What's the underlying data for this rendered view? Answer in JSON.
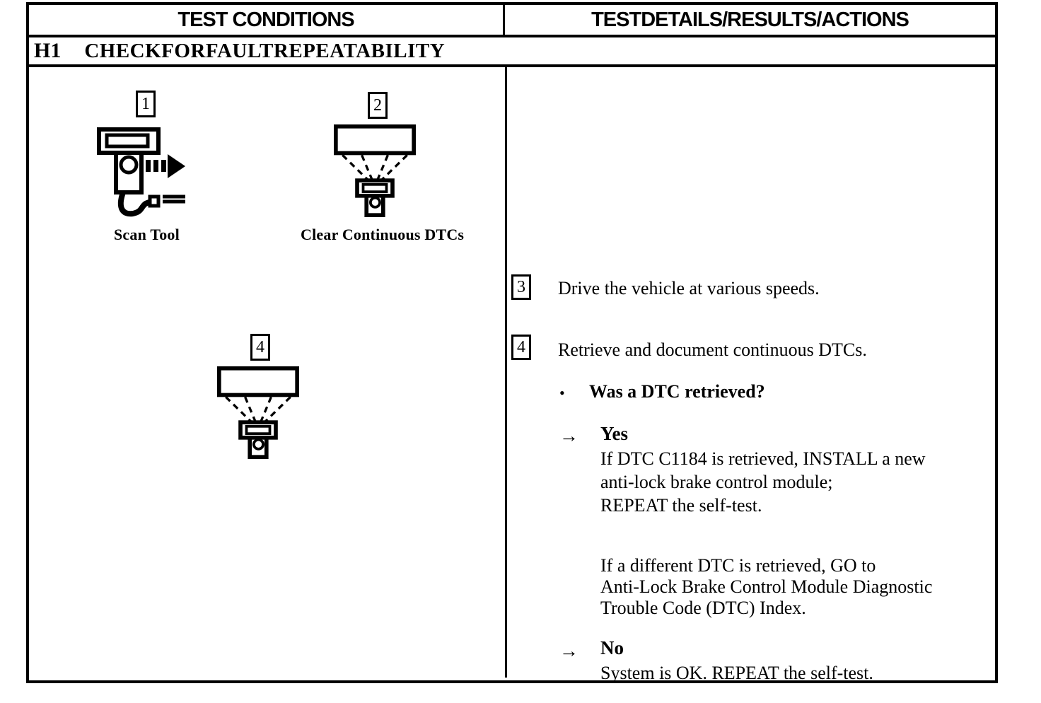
{
  "header": {
    "conditions": "TEST CONDITIONS",
    "details": "TESTDETAILS/RESULTS/ACTIONS"
  },
  "step_row": {
    "id": "H1",
    "title": "CHECKFORFAULTREPEATABILITY"
  },
  "conditions": {
    "figures": [
      {
        "number": "1",
        "caption": "Scan Tool"
      },
      {
        "number": "2",
        "caption": "Clear Continuous DTCs"
      },
      {
        "number": "4",
        "caption": ""
      }
    ]
  },
  "details": {
    "bullet": "•",
    "arrow": "→",
    "steps": [
      {
        "number": "3",
        "text": "Drive the vehicle at various speeds."
      },
      {
        "number": "4",
        "text": "Retrieve and document continuous DTCs."
      }
    ],
    "question": "Was a DTC retrieved?",
    "yes": {
      "label": "Yes",
      "para1": [
        "If DTC C1184 is retrieved, INSTALL a new",
        "anti-lock brake control module;",
        "REPEAT the self-test."
      ],
      "para2": [
        "If a different DTC is retrieved, GO to",
        "Anti-Lock Brake Control Module Diagnostic",
        "Trouble Code (DTC) Index."
      ]
    },
    "no": {
      "label": "No",
      "para1": [
        "System is OK. REPEAT the self-test."
      ]
    }
  }
}
